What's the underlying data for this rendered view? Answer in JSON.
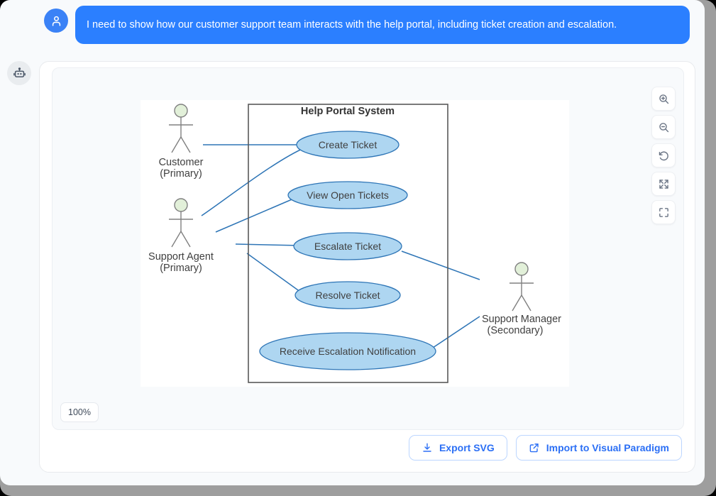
{
  "conversation": {
    "user_message": {
      "avatar_icon": "user-person-icon",
      "text": "I need to show how our customer support team interacts with the help portal, including ticket creation and escalation."
    },
    "assistant_message": {
      "avatar_icon": "robot-icon"
    }
  },
  "diagram_panel": {
    "zoom_level": "100%",
    "toolbar": [
      {
        "name": "zoom-in",
        "icon": "zoom-in-icon",
        "title": "Zoom In"
      },
      {
        "name": "zoom-out",
        "icon": "zoom-out-icon",
        "title": "Zoom Out"
      },
      {
        "name": "reset-view",
        "icon": "rotate-ccw-icon",
        "title": "Reset"
      },
      {
        "name": "fit-to-screen",
        "icon": "expand-arrows-icon",
        "title": "Fit to Screen"
      },
      {
        "name": "fullscreen",
        "icon": "fullscreen-corners-icon",
        "title": "Fullscreen"
      }
    ]
  },
  "uml_diagram": {
    "type": "use-case",
    "system_boundary_title": "Help Portal System",
    "actors": [
      {
        "id": "customer",
        "name": "Customer",
        "role": "(Primary)"
      },
      {
        "id": "support-agent",
        "name": "Support Agent",
        "role": "(Primary)"
      },
      {
        "id": "support-manager",
        "name": "Support Manager",
        "role": "(Secondary)"
      }
    ],
    "use_cases": [
      {
        "id": "create-ticket",
        "label": "Create Ticket"
      },
      {
        "id": "view-open-tickets",
        "label": "View Open Tickets"
      },
      {
        "id": "escalate-ticket",
        "label": "Escalate Ticket"
      },
      {
        "id": "resolve-ticket",
        "label": "Resolve Ticket"
      },
      {
        "id": "receive-escalation-notification",
        "label": "Receive Escalation Notification"
      }
    ],
    "associations": [
      {
        "from": "customer",
        "to": "create-ticket"
      },
      {
        "from": "support-agent",
        "to": "create-ticket"
      },
      {
        "from": "support-agent",
        "to": "view-open-tickets"
      },
      {
        "from": "support-agent",
        "to": "escalate-ticket"
      },
      {
        "from": "support-agent",
        "to": "resolve-ticket"
      },
      {
        "from": "support-manager",
        "to": "escalate-ticket"
      },
      {
        "from": "support-manager",
        "to": "receive-escalation-notification"
      }
    ],
    "colors": {
      "use_case_fill": "#aed6f1",
      "use_case_stroke": "#2e75b6",
      "actor_head_fill": "#e2f0d9",
      "actor_stroke": "#808080",
      "association_stroke": "#2e75b6",
      "boundary_stroke": "#595959",
      "text": "#404040"
    }
  },
  "card_actions": [
    {
      "id": "export-svg",
      "label": "Export SVG",
      "icon": "download-icon"
    },
    {
      "id": "import-visual-paradigm",
      "label": "Import to Visual Paradigm",
      "icon": "external-link-icon"
    }
  ]
}
